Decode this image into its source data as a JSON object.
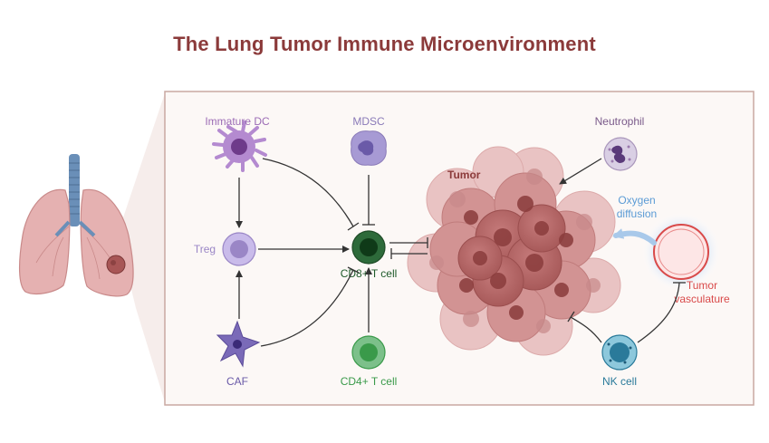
{
  "title": "The Lung Tumor Immune Microenvironment",
  "labels": {
    "immature_dc": "Immature DC",
    "mdsc": "MDSC",
    "neutrophil": "Neutrophil",
    "treg": "Treg",
    "cd8": "CD8+ T cell",
    "caf": "CAF",
    "cd4": "CD4+ T cell",
    "nk": "NK cell",
    "tumor": "Tumor",
    "oxygen_line1": "Oxygen",
    "oxygen_line2": "diffusion",
    "vasculature_line1": "Tumor",
    "vasculature_line2": "vasculature"
  },
  "colors": {
    "title": "#8b3a3a",
    "dc": "#9b6bb5",
    "mdsc": "#8a7ab8",
    "neutrophil": "#7a5a8a",
    "treg": "#9a86c6",
    "cd8": "#1e5a2a",
    "caf": "#6a5aa8",
    "cd4": "#3a9a4a",
    "nk": "#2a7a9a",
    "tumor_label": "#8b3a3a",
    "oxygen": "#5b9bd5",
    "vasculature": "#d94a4a",
    "arrow": "#333333"
  }
}
